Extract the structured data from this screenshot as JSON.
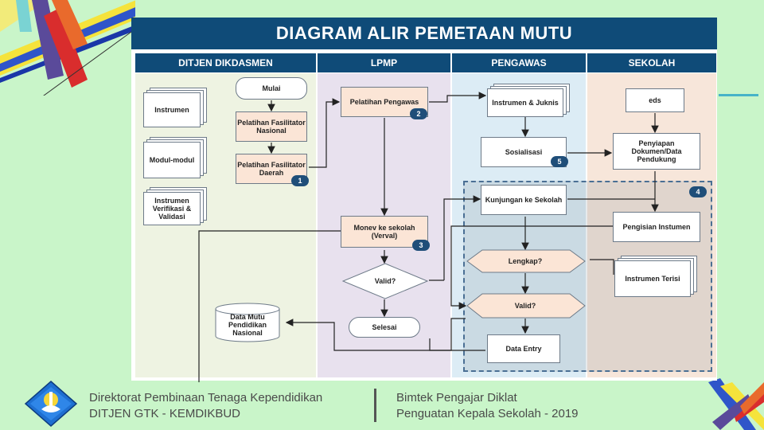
{
  "title": "DIAGRAM ALIR PEMETAAN MUTU",
  "lanes": [
    "DITJEN DIKDASMEN",
    "LPMP",
    "PENGAWAS",
    "SEKOLAH"
  ],
  "nodes": {
    "mulai": "Mulai",
    "instrumen": "Instrumen",
    "modul": "Modul-modul",
    "instrumen_verifikasi": "Instrumen Verifikasi & Validasi",
    "pelatihan_fasnas": "Pelatihan Fasilitator Nasional",
    "pelatihan_fasda": "Pelatihan Fasilitator Daerah",
    "data_mutu": "Data Mutu Pendidikan Nasional",
    "pelatihan_pengawas": "Pelatihan Pengawas",
    "monev": "Monev ke sekolah (Verval)",
    "valid_lpmp": "Valid?",
    "selesai": "Selesai",
    "instrumen_juknis": "Instrumen & Juknis",
    "sosialisasi": "Sosialisasi",
    "kunjungan": "Kunjungan ke Sekolah",
    "lengkap": "Lengkap?",
    "valid_pengawas": "Valid?",
    "data_entry": "Data Entry",
    "eds": "eds",
    "penyiapan": "Penyiapan Dokumen/Data Pendukung",
    "pengisian": "Pengisian Instumen",
    "instrumen_terisi": "Instrumen Terisi"
  },
  "step_numbers": [
    "1",
    "2",
    "3",
    "4",
    "5"
  ],
  "footer": {
    "org_line1": "Direktorat Pembinaan Tenaga Kependidikan",
    "org_line2": "DITJEN GTK - KEMDIKBUD",
    "event_line1": "Bimtek Pengajar Diklat",
    "event_line2": "Penguatan Kepala Sekolah - 2019"
  },
  "colors": {
    "background": "#c9f5c9",
    "header": "#0f4b78",
    "lane_ditjen": "#eef3e2",
    "lane_lpmp": "#e8e1ee",
    "lane_pengawas": "#dcecf5",
    "lane_sekolah": "#f7e6da",
    "step_badge": "#1f4e79"
  },
  "icons": [
    "tut-wuri-handayani-logo"
  ]
}
